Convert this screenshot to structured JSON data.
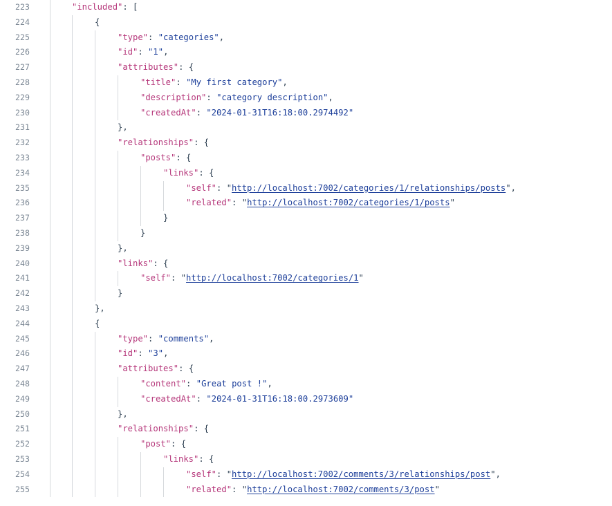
{
  "code_viewer": {
    "colors": {
      "key": "#b5367a",
      "string": "#1d3f9a",
      "punctuation": "#2c3e50",
      "line_number": "#7b8794",
      "guide": "#d5d8dc"
    },
    "lines": [
      {
        "n": "223",
        "depth": 1,
        "tokens": [
          {
            "t": "key",
            "v": "\"included\""
          },
          {
            "t": "punc",
            "v": ": ["
          }
        ]
      },
      {
        "n": "224",
        "depth": 2,
        "tokens": [
          {
            "t": "punc",
            "v": "{"
          }
        ]
      },
      {
        "n": "225",
        "depth": 3,
        "tokens": [
          {
            "t": "key",
            "v": "\"type\""
          },
          {
            "t": "punc",
            "v": ": "
          },
          {
            "t": "str",
            "v": "\"categories\""
          },
          {
            "t": "punc",
            "v": ","
          }
        ]
      },
      {
        "n": "226",
        "depth": 3,
        "tokens": [
          {
            "t": "key",
            "v": "\"id\""
          },
          {
            "t": "punc",
            "v": ": "
          },
          {
            "t": "str",
            "v": "\"1\""
          },
          {
            "t": "punc",
            "v": ","
          }
        ]
      },
      {
        "n": "227",
        "depth": 3,
        "tokens": [
          {
            "t": "key",
            "v": "\"attributes\""
          },
          {
            "t": "punc",
            "v": ": {"
          }
        ]
      },
      {
        "n": "228",
        "depth": 4,
        "tokens": [
          {
            "t": "key",
            "v": "\"title\""
          },
          {
            "t": "punc",
            "v": ": "
          },
          {
            "t": "str",
            "v": "\"My first category\""
          },
          {
            "t": "punc",
            "v": ","
          }
        ]
      },
      {
        "n": "229",
        "depth": 4,
        "tokens": [
          {
            "t": "key",
            "v": "\"description\""
          },
          {
            "t": "punc",
            "v": ": "
          },
          {
            "t": "str",
            "v": "\"category description\""
          },
          {
            "t": "punc",
            "v": ","
          }
        ]
      },
      {
        "n": "230",
        "depth": 4,
        "tokens": [
          {
            "t": "key",
            "v": "\"createdAt\""
          },
          {
            "t": "punc",
            "v": ": "
          },
          {
            "t": "str",
            "v": "\"2024-01-31T16:18:00.2974492\""
          }
        ]
      },
      {
        "n": "231",
        "depth": 3,
        "tokens": [
          {
            "t": "punc",
            "v": "},"
          }
        ]
      },
      {
        "n": "232",
        "depth": 3,
        "tokens": [
          {
            "t": "key",
            "v": "\"relationships\""
          },
          {
            "t": "punc",
            "v": ": {"
          }
        ]
      },
      {
        "n": "233",
        "depth": 4,
        "tokens": [
          {
            "t": "key",
            "v": "\"posts\""
          },
          {
            "t": "punc",
            "v": ": {"
          }
        ]
      },
      {
        "n": "234",
        "depth": 5,
        "tokens": [
          {
            "t": "key",
            "v": "\"links\""
          },
          {
            "t": "punc",
            "v": ": {"
          }
        ]
      },
      {
        "n": "235",
        "depth": 6,
        "tokens": [
          {
            "t": "key",
            "v": "\"self\""
          },
          {
            "t": "punc",
            "v": ": \""
          },
          {
            "t": "link",
            "v": "http://localhost:7002/categories/1/relationships/posts"
          },
          {
            "t": "punc",
            "v": "\","
          }
        ]
      },
      {
        "n": "236",
        "depth": 6,
        "tokens": [
          {
            "t": "key",
            "v": "\"related\""
          },
          {
            "t": "punc",
            "v": ": \""
          },
          {
            "t": "link",
            "v": "http://localhost:7002/categories/1/posts"
          },
          {
            "t": "punc",
            "v": "\""
          }
        ]
      },
      {
        "n": "237",
        "depth": 5,
        "tokens": [
          {
            "t": "punc",
            "v": "}"
          }
        ]
      },
      {
        "n": "238",
        "depth": 4,
        "tokens": [
          {
            "t": "punc",
            "v": "}"
          }
        ]
      },
      {
        "n": "239",
        "depth": 3,
        "tokens": [
          {
            "t": "punc",
            "v": "},"
          }
        ]
      },
      {
        "n": "240",
        "depth": 3,
        "tokens": [
          {
            "t": "key",
            "v": "\"links\""
          },
          {
            "t": "punc",
            "v": ": {"
          }
        ]
      },
      {
        "n": "241",
        "depth": 4,
        "tokens": [
          {
            "t": "key",
            "v": "\"self\""
          },
          {
            "t": "punc",
            "v": ": \""
          },
          {
            "t": "link",
            "v": "http://localhost:7002/categories/1"
          },
          {
            "t": "punc",
            "v": "\""
          }
        ]
      },
      {
        "n": "242",
        "depth": 3,
        "tokens": [
          {
            "t": "punc",
            "v": "}"
          }
        ]
      },
      {
        "n": "243",
        "depth": 2,
        "tokens": [
          {
            "t": "punc",
            "v": "},"
          }
        ]
      },
      {
        "n": "244",
        "depth": 2,
        "tokens": [
          {
            "t": "punc",
            "v": "{"
          }
        ]
      },
      {
        "n": "245",
        "depth": 3,
        "tokens": [
          {
            "t": "key",
            "v": "\"type\""
          },
          {
            "t": "punc",
            "v": ": "
          },
          {
            "t": "str",
            "v": "\"comments\""
          },
          {
            "t": "punc",
            "v": ","
          }
        ]
      },
      {
        "n": "246",
        "depth": 3,
        "tokens": [
          {
            "t": "key",
            "v": "\"id\""
          },
          {
            "t": "punc",
            "v": ": "
          },
          {
            "t": "str",
            "v": "\"3\""
          },
          {
            "t": "punc",
            "v": ","
          }
        ]
      },
      {
        "n": "247",
        "depth": 3,
        "tokens": [
          {
            "t": "key",
            "v": "\"attributes\""
          },
          {
            "t": "punc",
            "v": ": {"
          }
        ]
      },
      {
        "n": "248",
        "depth": 4,
        "tokens": [
          {
            "t": "key",
            "v": "\"content\""
          },
          {
            "t": "punc",
            "v": ": "
          },
          {
            "t": "str",
            "v": "\"Great post !\""
          },
          {
            "t": "punc",
            "v": ","
          }
        ]
      },
      {
        "n": "249",
        "depth": 4,
        "tokens": [
          {
            "t": "key",
            "v": "\"createdAt\""
          },
          {
            "t": "punc",
            "v": ": "
          },
          {
            "t": "str",
            "v": "\"2024-01-31T16:18:00.2973609\""
          }
        ]
      },
      {
        "n": "250",
        "depth": 3,
        "tokens": [
          {
            "t": "punc",
            "v": "},"
          }
        ]
      },
      {
        "n": "251",
        "depth": 3,
        "tokens": [
          {
            "t": "key",
            "v": "\"relationships\""
          },
          {
            "t": "punc",
            "v": ": {"
          }
        ]
      },
      {
        "n": "252",
        "depth": 4,
        "tokens": [
          {
            "t": "key",
            "v": "\"post\""
          },
          {
            "t": "punc",
            "v": ": {"
          }
        ]
      },
      {
        "n": "253",
        "depth": 5,
        "tokens": [
          {
            "t": "key",
            "v": "\"links\""
          },
          {
            "t": "punc",
            "v": ": {"
          }
        ]
      },
      {
        "n": "254",
        "depth": 6,
        "tokens": [
          {
            "t": "key",
            "v": "\"self\""
          },
          {
            "t": "punc",
            "v": ": \""
          },
          {
            "t": "link",
            "v": "http://localhost:7002/comments/3/relationships/post"
          },
          {
            "t": "punc",
            "v": "\","
          }
        ]
      },
      {
        "n": "255",
        "depth": 6,
        "tokens": [
          {
            "t": "key",
            "v": "\"related\""
          },
          {
            "t": "punc",
            "v": ": \""
          },
          {
            "t": "link",
            "v": "http://localhost:7002/comments/3/post"
          },
          {
            "t": "punc",
            "v": "\""
          }
        ]
      }
    ]
  }
}
